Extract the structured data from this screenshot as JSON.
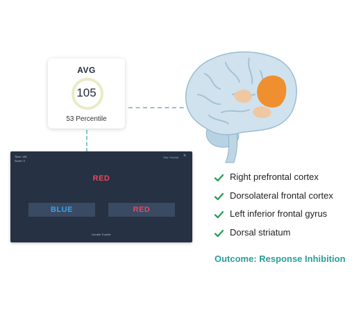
{
  "score_card": {
    "label": "AVG",
    "value": "105",
    "percentile": "53 Percentile"
  },
  "game": {
    "time_text": "Time: 130",
    "score_text": "Score: 0",
    "skip_label": "Skip Tutorial",
    "close_symbol": "×",
    "stimulus_word": "RED",
    "stimulus_color": "#f2445a",
    "left_answer": "BLUE",
    "left_answer_color": "#3ba1f0",
    "right_answer": "RED",
    "right_answer_color": "#f2445a",
    "footer_title": "Double Trouble"
  },
  "brain_regions": [
    {
      "label": "Right prefrontal cortex"
    },
    {
      "label": "Dorsolateral frontal cortex"
    },
    {
      "label": "Left inferior frontal gyrus"
    },
    {
      "label": "Dorsal striatum"
    }
  ],
  "outcome_text": "Outcome: Response Inhibition",
  "colors": {
    "accent": "#2a9d9a",
    "check": "#2e9b5b",
    "highlight_region": "#ef8f30",
    "game_background": "#263143"
  },
  "icons": [
    "brain-illustration",
    "check-icon",
    "close-icon"
  ]
}
